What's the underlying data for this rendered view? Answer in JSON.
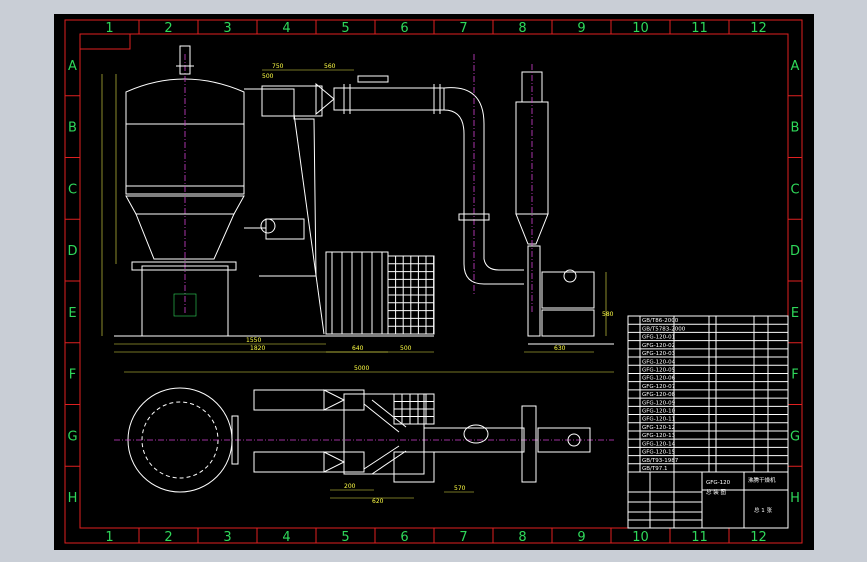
{
  "grid": {
    "columns": [
      "1",
      "2",
      "3",
      "4",
      "5",
      "6",
      "7",
      "8",
      "9",
      "10",
      "11",
      "12"
    ],
    "rows": [
      "A",
      "B",
      "C",
      "D",
      "E",
      "F",
      "G",
      "H"
    ]
  },
  "dimensions": {
    "top_750": "750",
    "top_560": "560",
    "top_500": "500",
    "bottom_1550": "1550",
    "bottom_1820": "1820",
    "bottom_640": "640",
    "bottom_500": "500",
    "overall_5000": "5000",
    "right_630": "630",
    "right_580": "580",
    "plan_570": "570",
    "plan_200": "200",
    "plan_620": "620"
  },
  "title_block": {
    "drawing_name": "GFG-120",
    "drawing_sub": "总 装 图",
    "company": "沸腾干燥机",
    "sheet": "总 1 张"
  },
  "parts_list": {
    "codes": [
      "GB/T86-2000",
      "GB/T5783-2000",
      "GFG-120-01",
      "GFG-120-02",
      "GFG-120-03",
      "GFG-120-04",
      "GFG-120-05",
      "GFG-120-06",
      "GFG-120-07",
      "GFG-120-08",
      "GFG-120-09",
      "GFG-120-10",
      "GFG-120-11",
      "GFG-120-12",
      "GFG-120-13",
      "GFG-120-14",
      "GFG-120-15",
      "GB/T93-1987",
      "GB/T97.1"
    ]
  },
  "colors": {
    "frame": "#e02020",
    "grid_text": "#2fd85a",
    "outline": "#ffffff",
    "dimension": "#ffff44",
    "background": "#000000"
  }
}
